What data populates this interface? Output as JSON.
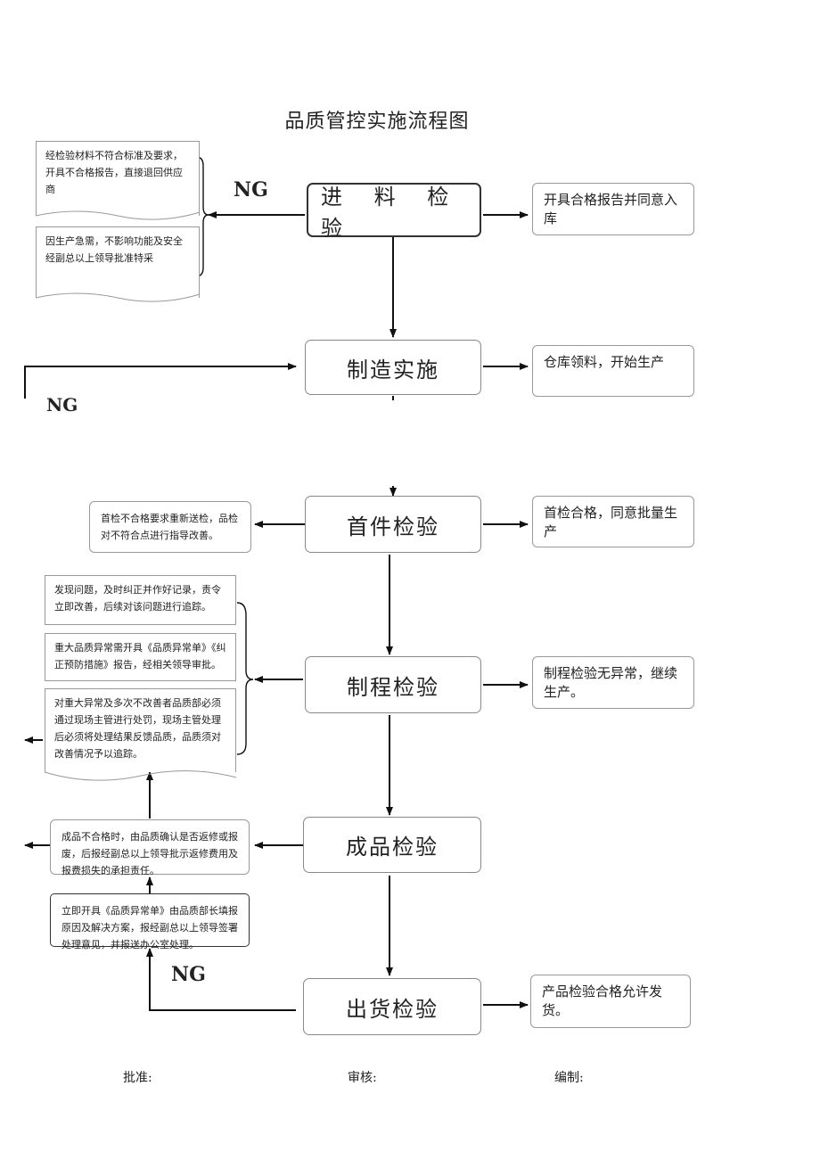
{
  "title": "品质管控实施流程图",
  "steps": {
    "incoming": "进 料 检 验",
    "manufacturing": "制造实施",
    "first_article": "首件检验",
    "in_process": "制程检验",
    "final": "成品检验",
    "outgoing": "出货检验"
  },
  "results": {
    "incoming": "开具合格报告并同意入库",
    "manufacturing": "仓库领料，开始生产",
    "first_article": "首检合格，同意批量生产",
    "in_process": "制程检验无异常，继续生产。",
    "outgoing": "产品检验合格允许发货。"
  },
  "notes": {
    "incoming_reject": "经检验材料不符合标准及要求，开具不合格报告，直接退回供应商",
    "incoming_special": "因生产急需，不影响功能及安全经副总以上领导批准特采",
    "first_article_fail": "首检不合格要求重新送检，品检对不符合点进行指导改善。",
    "process_minor": "发现问题，及时纠正并作好记录，责令立即改善，后续对该问题进行追踪。",
    "process_major": "重大品质异常需开具《品质异常单》《纠正预防措施》报告，经相关领导审批。",
    "process_repeat": "对重大异常及多次不改善者品质部必须通过现场主管进行处罚，现场主管处理后必须将处理结果反馈品质，品质须对改善情况予以追踪。",
    "final_fail": "成品不合格时，由品质确认是否返修或报废，后报经副总以上领导批示返修费用及报费损失的承担责任。",
    "outgoing_fail": "立即开具《品质异常单》由品质部长填报原因及解决方案，报经副总以上领导签署处理意见，并报送办公室处理。"
  },
  "ng_labels": {
    "incoming": "NG",
    "manufacturing": "NG",
    "outgoing": "NG"
  },
  "signatures": {
    "approve": "批准:",
    "review": "审核:",
    "prepare": "编制:"
  }
}
